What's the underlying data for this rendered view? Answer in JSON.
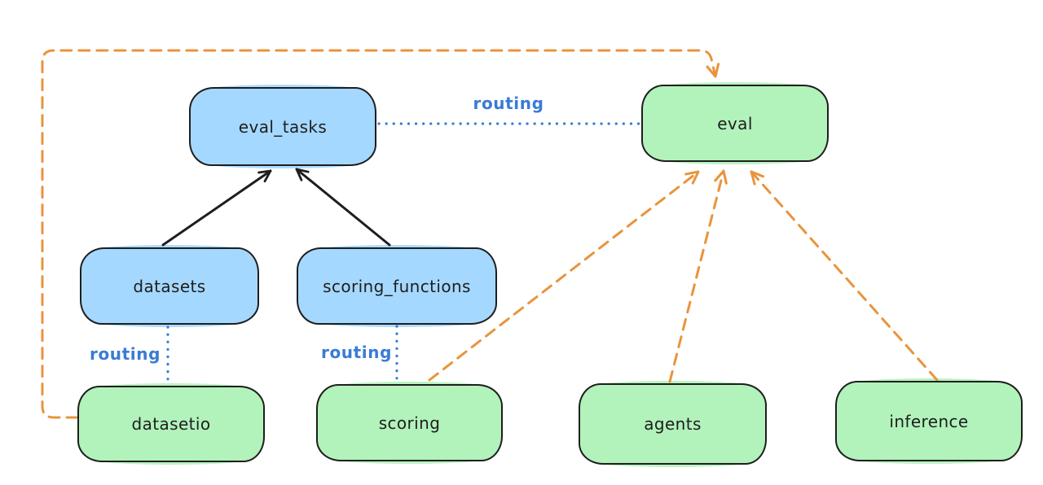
{
  "diagram": {
    "kind": "hand-drawn architecture diagram",
    "background": "#ffffff",
    "colors": {
      "blue_node_fill": "#a5d8ff",
      "green_node_fill": "#b2f2bb",
      "node_stroke": "#1e1e1e",
      "solid_arrow": "#1e1e1e",
      "routing_line_blue": "#3a7bd5",
      "dashed_arrow_orange": "#e9943c"
    },
    "nodes": [
      {
        "id": "eval_tasks",
        "label": "eval_tasks",
        "color": "blue"
      },
      {
        "id": "eval",
        "label": "eval",
        "color": "green"
      },
      {
        "id": "datasets",
        "label": "datasets",
        "color": "blue"
      },
      {
        "id": "scoring_functions",
        "label": "scoring_functions",
        "color": "blue"
      },
      {
        "id": "datasetio",
        "label": "datasetio",
        "color": "green"
      },
      {
        "id": "scoring",
        "label": "scoring",
        "color": "green"
      },
      {
        "id": "agents",
        "label": "agents",
        "color": "green"
      },
      {
        "id": "inference",
        "label": "inference",
        "color": "green"
      }
    ],
    "edges": [
      {
        "from": "datasets",
        "to": "eval_tasks",
        "style": "solid",
        "arrow": true,
        "color": "black"
      },
      {
        "from": "scoring_functions",
        "to": "eval_tasks",
        "style": "solid",
        "arrow": true,
        "color": "black"
      },
      {
        "from": "eval_tasks",
        "to": "eval",
        "style": "dotted",
        "arrow": false,
        "color": "blue",
        "label": "routing"
      },
      {
        "from": "datasets",
        "to": "datasetio",
        "style": "dotted",
        "arrow": false,
        "color": "blue",
        "label": "routing"
      },
      {
        "from": "scoring_functions",
        "to": "scoring",
        "style": "dotted",
        "arrow": false,
        "color": "blue",
        "label": "routing"
      },
      {
        "from": "datasetio",
        "to": "eval",
        "style": "dashed",
        "arrow": true,
        "color": "orange"
      },
      {
        "from": "scoring",
        "to": "eval",
        "style": "dashed",
        "arrow": true,
        "color": "orange"
      },
      {
        "from": "agents",
        "to": "eval",
        "style": "dashed",
        "arrow": true,
        "color": "orange"
      },
      {
        "from": "inference",
        "to": "eval",
        "style": "dashed",
        "arrow": true,
        "color": "orange"
      }
    ],
    "edge_labels": [
      "routing",
      "routing",
      "routing"
    ]
  }
}
